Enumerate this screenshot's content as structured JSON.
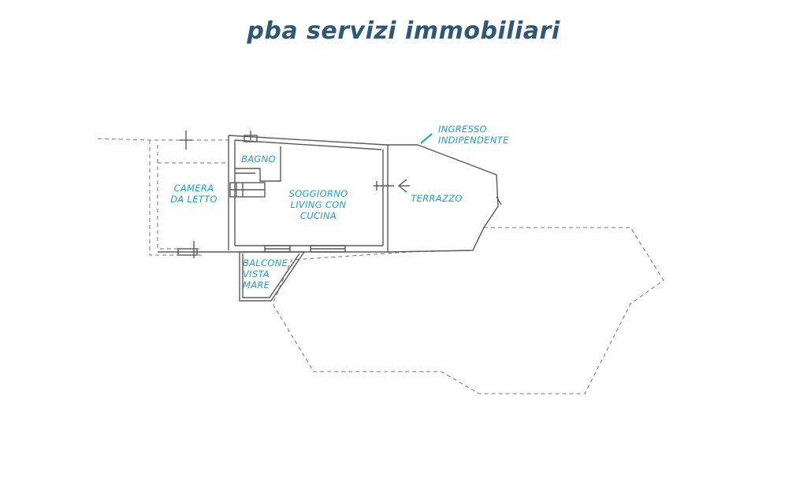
{
  "header": {
    "brand_title": "pba servizi immobiliari"
  },
  "colors": {
    "brand": "#2f5878",
    "label": "#1e9fc4",
    "wall": "#5a5a5a",
    "dashed_outline": "#777777"
  },
  "rooms": {
    "bagno": "BAGNO",
    "camera_line1": "CAMERA",
    "camera_line2": "DA LETTO",
    "soggiorno_line1": "SOGGIORNO",
    "soggiorno_line2": "LIVING CON",
    "soggiorno_line3": "CUCINA",
    "terrazzo": "TERRAZZO",
    "balcone_line1": "BALCONE",
    "balcone_line2": "VISTA",
    "balcone_line3": "MARE",
    "ingresso_line1": "INGRESSO",
    "ingresso_line2": "INDIPENDENTE"
  }
}
